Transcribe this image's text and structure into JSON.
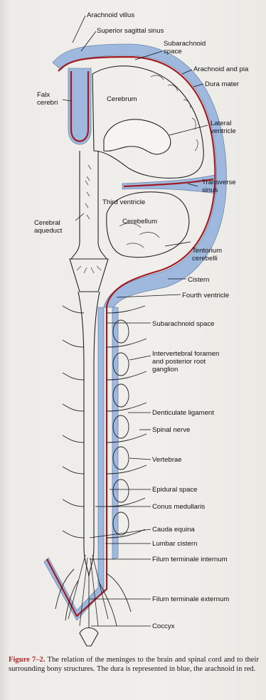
{
  "colors": {
    "dura": "#9fb8de",
    "arachnoid": "#a01c22",
    "ink": "#222222",
    "caption_accent": "#b0282c"
  },
  "labels": {
    "arachnoid_villus": "Arachnoid villus",
    "superior_sagittal_sinus": "Superior sagittal sinus",
    "subarachnoid_space_top": "Subarachnoid\nspace",
    "arachnoid_and_pia": "Arachnoid and pia",
    "dura_mater": "Dura mater",
    "falx_cerebri": "Falx\ncerebri",
    "cerebrum": "Cerebrum",
    "lateral_ventricle": "Lateral\nventricle",
    "transverse_sinus": "Transverse\nsinus",
    "third_ventricle": "Third ventricle",
    "cerebral_aqueduct": "Cerebral\naqueduct",
    "cerebellum": "Cerebellum",
    "tentorium_cerebelli": "Tentorium\ncerebelli",
    "cistern": "Cistern",
    "fourth_ventricle": "Fourth ventricle",
    "subarachnoid_space": "Subarachnoid space",
    "intervertebral_foramen": "Intervertebral foramen\nand posterior root\nganglion",
    "denticulate_ligament": "Denticulate ligament",
    "spinal_nerve": "Spinal nerve",
    "vertebrae": "Vertebrae",
    "epidural_space": "Epidural space",
    "conus_medullaris": "Conus medullaris",
    "cauda_equina": "Cauda equina",
    "lumbar_cistern": "Lumbar cistern",
    "filum_terminale_internum": "Filum terminale internum",
    "filum_terminale_externum": "Filum terminale externum",
    "coccyx": "Coccyx"
  },
  "caption": {
    "figure_number": "Figure 7–2.",
    "text": "The relation of the meninges to the brain and spinal cord and to their surrounding bony structures. The dura is represented in blue, the arachnoid in red."
  }
}
